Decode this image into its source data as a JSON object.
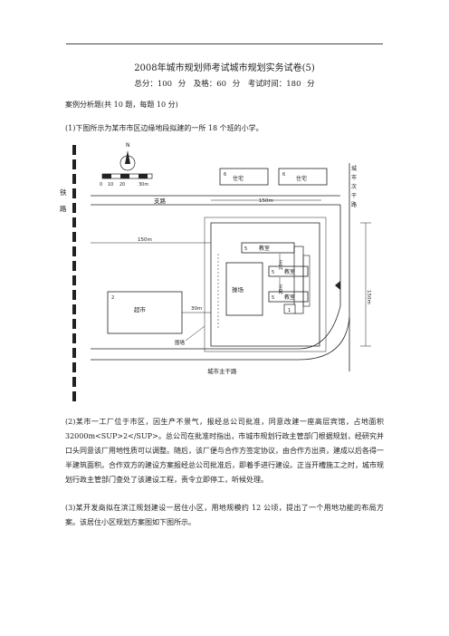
{
  "doc": {
    "title": "2008年城市规划师考试城市规划实务试卷(5)",
    "meta": "总分：100 分　及格：60 分　考试时间：180 分",
    "section": "案例分析题(共 10 题，每题 10 分)",
    "q1": "(1)下图所示为某市市区边缘地段拟建的一所 18 个班的小学。",
    "q2": "(2)某市一工厂位于市区，因生产不景气，报经总公司批准，同意改建一座高层宾馆，占地面积 32000m<SUP>2</SUP>。总公司在批准时指出，市城市规划行政主管部门根据规划，经研究并口头同意该厂用地性质可以调整。随后，该厂便与合作方签定协议，由合作方出资，建成以后各得一半建筑面积。合作双方的建设方案报经总公司批准后，即着手进行建设。正当开槽施工之时，城市规划行政主管部门查处了该建设工程，责令立即停工，听候处理。",
    "q3": "(3)某开发商拟在滨江规划建设一居住小区，用地规模约 12 公顷，提出了一个用地功能的布局方案。该居住小区规划方案图如下图所示。"
  },
  "diagram": {
    "north": "N",
    "scale": [
      "0",
      "10",
      "20",
      "30m"
    ],
    "railway": [
      "铁",
      "路"
    ],
    "branch_road": "支路",
    "dist_top": "150m",
    "dist_left": "150m",
    "dist_right": "150m",
    "dist_gap": "30m",
    "dist_20a": "20m",
    "dist_20b": "20m",
    "res1_floors": "6",
    "res1_label": "住宅",
    "res2_floors": "6",
    "res2_label": "住宅",
    "cls1_floors": "5",
    "cls1_label": "教室",
    "cls2_floors": "5",
    "cls2_label": "教室",
    "cls3_floors": "5",
    "cls3_label": "教室",
    "small_floors": "1",
    "field_label": "操场",
    "market_floors": "2",
    "market_label": "超市",
    "wall_label": "围墙",
    "main_road_bottom": "城市主干路",
    "main_road_right": [
      "城",
      "市",
      "次",
      "干",
      "路"
    ]
  }
}
